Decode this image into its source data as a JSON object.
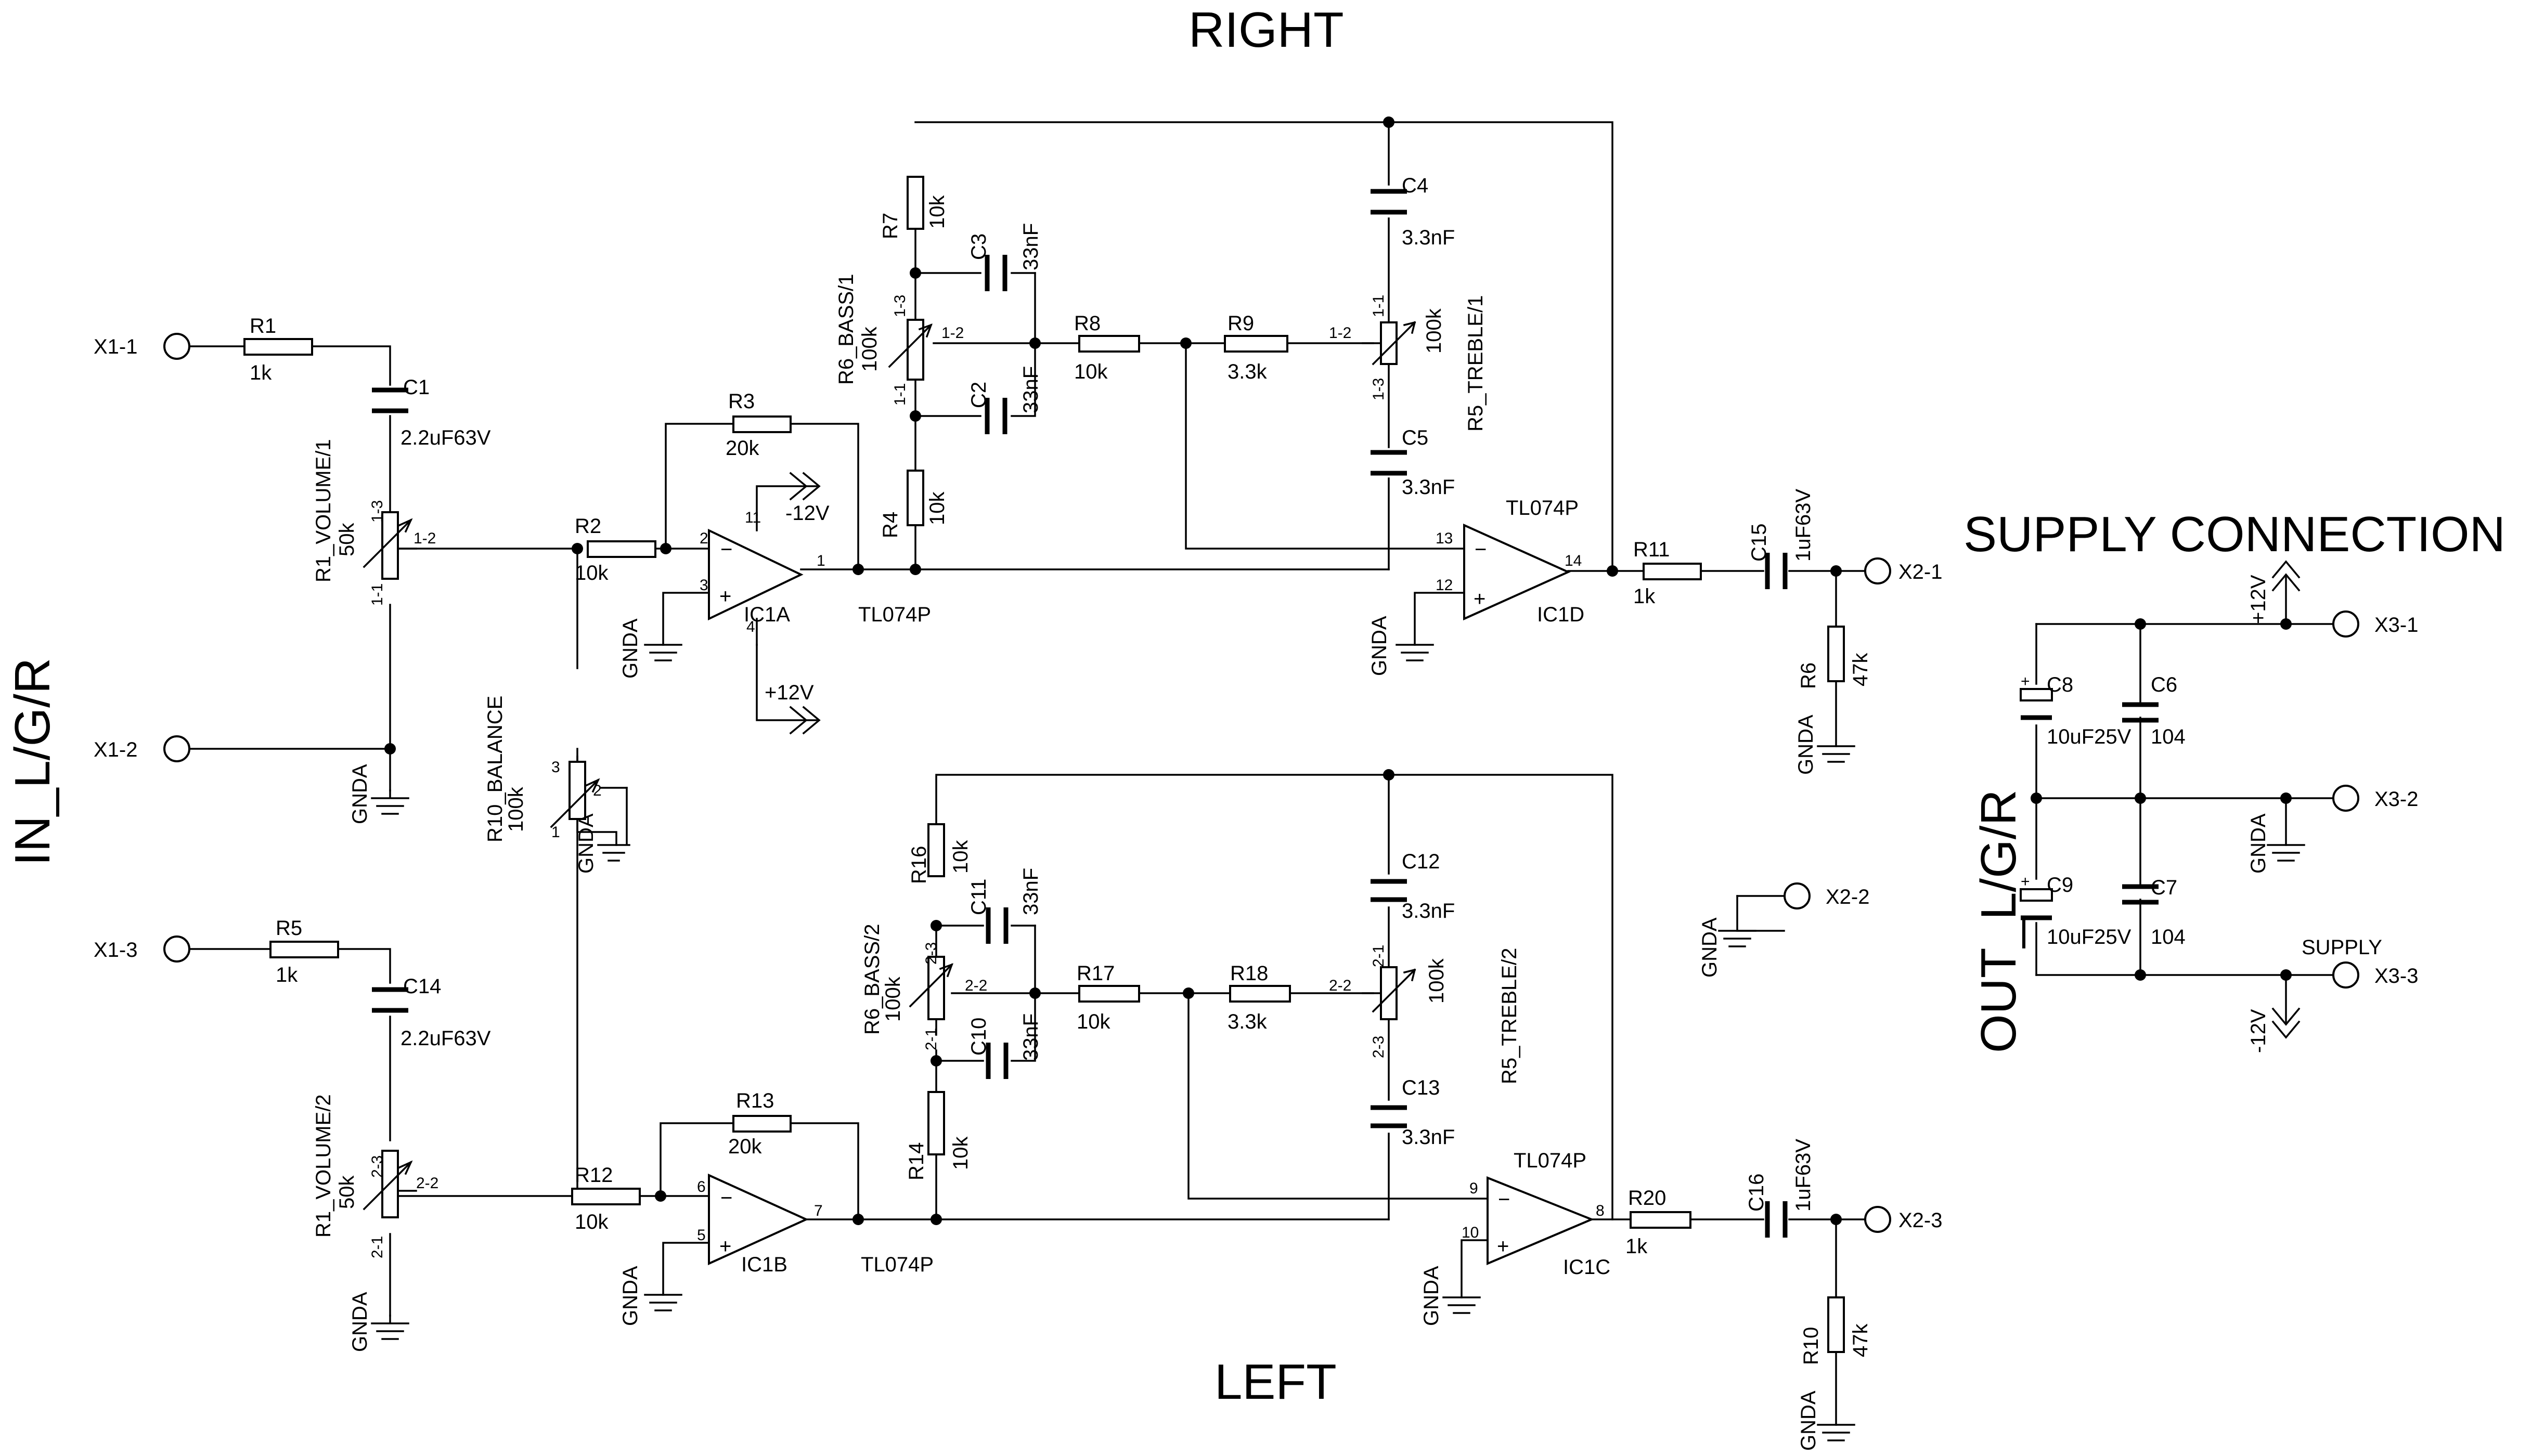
{
  "titles": {
    "right": "RIGHT",
    "left": "LEFT",
    "supply": "SUPPLY CONNECTION",
    "input": "IN_L/G/R",
    "output": "OUT_L/G/R"
  },
  "connectors": {
    "x1_1": "X1-1",
    "x1_2": "X1-2",
    "x1_3": "X1-3",
    "x2_1": "X2-1",
    "x2_2": "X2-2",
    "x2_3": "X2-3",
    "x3_1": "X3-1",
    "x3_2": "X3-2",
    "x3_3": "X3-3"
  },
  "components": {
    "r1": {
      "ref": "R1",
      "value": "1k"
    },
    "r5": {
      "ref": "R5",
      "value": "1k"
    },
    "c1": {
      "ref": "C1",
      "value": "2.2uF63V"
    },
    "c14": {
      "ref": "C14",
      "value": "2.2uF63V"
    },
    "vol1": {
      "ref": "R1_VOLUME/1",
      "value": "50k",
      "p1": "1-1",
      "p2": "1-2",
      "p3": "1-3"
    },
    "vol2": {
      "ref": "R1_VOLUME/2",
      "value": "50k",
      "p1": "2-1",
      "p2": "2-2",
      "p3": "2-3"
    },
    "bal": {
      "ref": "R10_BALANCE",
      "value": "100k",
      "p1": "1",
      "p2": "2",
      "p3": "3"
    },
    "r2": {
      "ref": "R2",
      "value": "10k"
    },
    "r12": {
      "ref": "R12",
      "value": "10k"
    },
    "r3": {
      "ref": "R3",
      "value": "20k"
    },
    "r13": {
      "ref": "R13",
      "value": "20k"
    },
    "ic1a": {
      "ref": "IC1A",
      "value": "TL074P",
      "in_minus": "2",
      "in_plus": "3",
      "out": "1",
      "vpos": "4",
      "vneg": "11"
    },
    "ic1b": {
      "ref": "IC1B",
      "value": "TL074P",
      "in_minus": "6",
      "in_plus": "5",
      "out": "7"
    },
    "ic1c": {
      "ref": "IC1C",
      "value": "TL074P",
      "in_minus": "9",
      "in_plus": "10",
      "out": "8"
    },
    "ic1d": {
      "ref": "IC1D",
      "value": "TL074P",
      "in_minus": "13",
      "in_plus": "12",
      "out": "14"
    },
    "r7": {
      "ref": "R7",
      "value": "10k"
    },
    "r4": {
      "ref": "R4",
      "value": "10k"
    },
    "r16": {
      "ref": "R16",
      "value": "10k"
    },
    "r14": {
      "ref": "R14",
      "value": "10k"
    },
    "c3": {
      "ref": "C3",
      "value": "33nF"
    },
    "c2": {
      "ref": "C2",
      "value": "33nF"
    },
    "c11": {
      "ref": "C11",
      "value": "33nF"
    },
    "c10": {
      "ref": "C10",
      "value": "33nF"
    },
    "bass1": {
      "ref": "R6_BASS/1",
      "value": "100k",
      "p1": "1-1",
      "p2": "1-2",
      "p3": "1-3"
    },
    "bass2": {
      "ref": "R6_BASS/2",
      "value": "100k",
      "p1": "2-1",
      "p2": "2-2",
      "p3": "2-3"
    },
    "r8": {
      "ref": "R8",
      "value": "10k"
    },
    "r17": {
      "ref": "R17",
      "value": "10k"
    },
    "r9": {
      "ref": "R9",
      "value": "3.3k"
    },
    "r18": {
      "ref": "R18",
      "value": "3.3k"
    },
    "treb1": {
      "ref": "R5_TREBLE/1",
      "value": "100k",
      "p1": "1-1",
      "p2": "1-2",
      "p3": "1-3"
    },
    "treb2": {
      "ref": "R5_TREBLE/2",
      "value": "100k",
      "p1": "2-1",
      "p2": "2-2",
      "p3": "2-3"
    },
    "c4": {
      "ref": "C4",
      "value": "3.3nF"
    },
    "c5": {
      "ref": "C5",
      "value": "3.3nF"
    },
    "c12": {
      "ref": "C12",
      "value": "3.3nF"
    },
    "c13": {
      "ref": "C13",
      "value": "3.3nF"
    },
    "r11": {
      "ref": "R11",
      "value": "1k"
    },
    "r20": {
      "ref": "R20",
      "value": "1k"
    },
    "c15": {
      "ref": "C15",
      "value": "1uF63V"
    },
    "c16": {
      "ref": "C16",
      "value": "1uF63V"
    },
    "r6": {
      "ref": "R6",
      "value": "47k"
    },
    "r10": {
      "ref": "R10",
      "value": "47k"
    },
    "c8": {
      "ref": "C8",
      "value": "10uF25V"
    },
    "c9": {
      "ref": "C9",
      "value": "10uF25V"
    },
    "c6": {
      "ref": "C6",
      "value": "104"
    },
    "c7": {
      "ref": "C7",
      "value": "104"
    }
  },
  "nets": {
    "gnda": "GNDA",
    "vpos": "+12V",
    "vneg": "-12V",
    "supply": "SUPPLY"
  }
}
